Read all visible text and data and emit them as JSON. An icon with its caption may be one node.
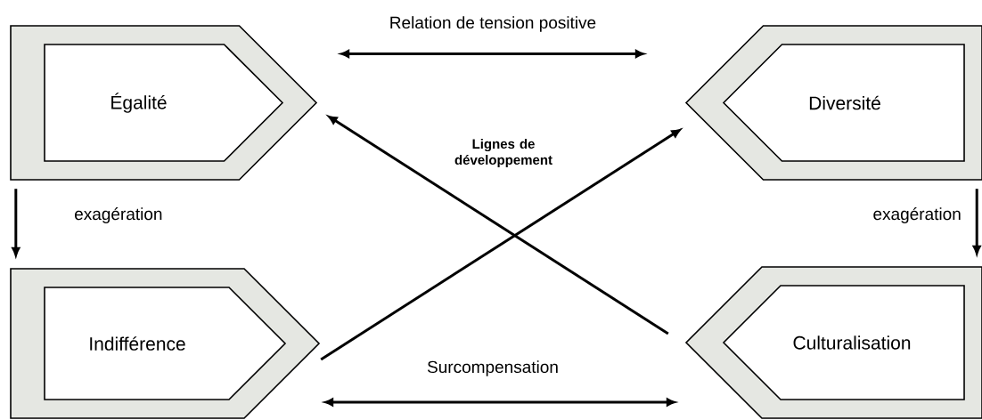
{
  "diagram": {
    "nodes": [
      {
        "text": [
          "Égalité"
        ]
      },
      {
        "text": [
          "Indifférence"
        ]
      },
      {
        "text": [
          "Diversité"
        ]
      },
      {
        "text": [
          "Culturalisation"
        ]
      }
    ],
    "edges": [
      {
        "from": 0,
        "to": 2,
        "arrow": "both",
        "label": "Relation de tension positive"
      },
      {
        "from": 1,
        "to": 3,
        "arrow": "both",
        "label": "Surcompensation"
      },
      {
        "from": 0,
        "to": 1,
        "arrow": "to",
        "label": "exagération"
      },
      {
        "from": 2,
        "to": 3,
        "arrow": "to",
        "label": "exagération"
      },
      {
        "from": 3,
        "to": 0,
        "arrow": "to"
      },
      {
        "from": 1,
        "to": 2,
        "arrow": "to"
      }
    ],
    "labels": [
      "Lignes de développement"
    ]
  }
}
